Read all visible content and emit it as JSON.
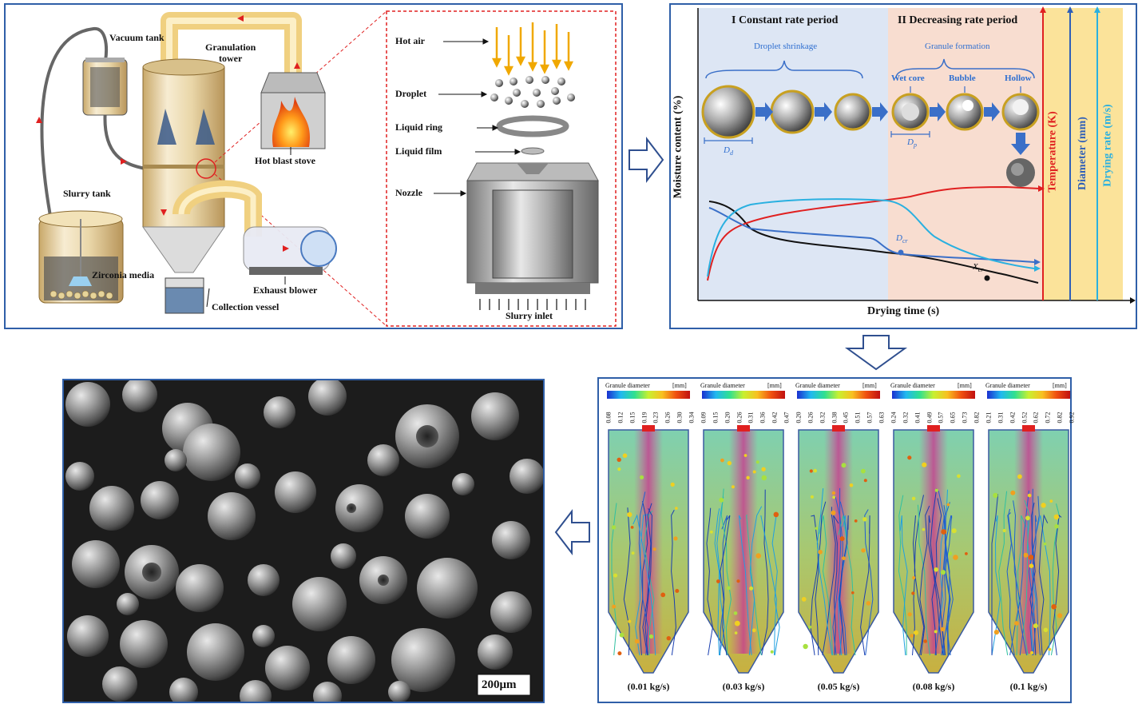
{
  "process_panel": {
    "labels": {
      "vacuum_tank": "Vacuum tank",
      "granulation_tower": "Granulation\ntower",
      "hot_blast_stove": "Hot blast stove",
      "slurry_tank": "Slurry tank",
      "zirconia_media": "Zirconia media",
      "exhaust_blower": "Exhaust blower",
      "collection_vessel": "Collection vessel"
    },
    "nozzle_detail": {
      "hot_air": "Hot air",
      "droplet": "Droplet",
      "liquid_ring": "Liquid ring",
      "liquid_film": "Liquid film",
      "nozzle": "Nozzle",
      "slurry_inlet": "Slurry inlet"
    }
  },
  "drying_panel": {
    "period1": "I  Constant rate period",
    "period2": "II  Decreasing rate period",
    "droplet_shrinkage": "Droplet shrinkage",
    "granule_formation": "Granule formation",
    "wet_core": "Wet core",
    "bubble": "Bubble",
    "hollow": "Hollow",
    "dd_main": "D",
    "dd_sub": "d",
    "dp_main": "D",
    "dp_sub": "p",
    "dcr_main": "D",
    "dcr_sub": "cr",
    "xcr_main": "X",
    "xcr_sub": "cr",
    "y_axis": "Moisture content (%)",
    "x_axis": "Drying time (s)",
    "temp_axis": "Temperature (K)",
    "diam_axis": "Diameter (mm)",
    "rate_axis": "Drying rate (m/s)",
    "colors": {
      "temperature": "#e02020",
      "diameter": "#2f5fb8",
      "rate": "#2ab0e0",
      "moisture": "#111111"
    }
  },
  "sim_panel": {
    "colorbar_title": "Granule diameter",
    "colorbar_unit": "[mm]",
    "cases": [
      {
        "label": "(0.01 kg/s)",
        "ticks": [
          "0.08",
          "0.12",
          "0.15",
          "0.19",
          "0.23",
          "0.26",
          "0.30",
          "0.34"
        ]
      },
      {
        "label": "(0.03 kg/s)",
        "ticks": [
          "0.09",
          "0.15",
          "0.20",
          "0.26",
          "0.31",
          "0.36",
          "0.42",
          "0.47"
        ]
      },
      {
        "label": "(0.05 kg/s)",
        "ticks": [
          "0.20",
          "0.26",
          "0.32",
          "0.38",
          "0.45",
          "0.51",
          "0.57",
          "0.63"
        ]
      },
      {
        "label": "(0.08 kg/s)",
        "ticks": [
          "0.24",
          "0.32",
          "0.41",
          "0.49",
          "0.57",
          "0.65",
          "0.73",
          "0.82"
        ]
      },
      {
        "label": "(0.1 kg/s)",
        "ticks": [
          "0.21",
          "0.31",
          "0.42",
          "0.52",
          "0.62",
          "0.72",
          "0.82",
          "0.92"
        ]
      }
    ]
  },
  "sem_panel": {
    "scale_bar": "200μm"
  }
}
